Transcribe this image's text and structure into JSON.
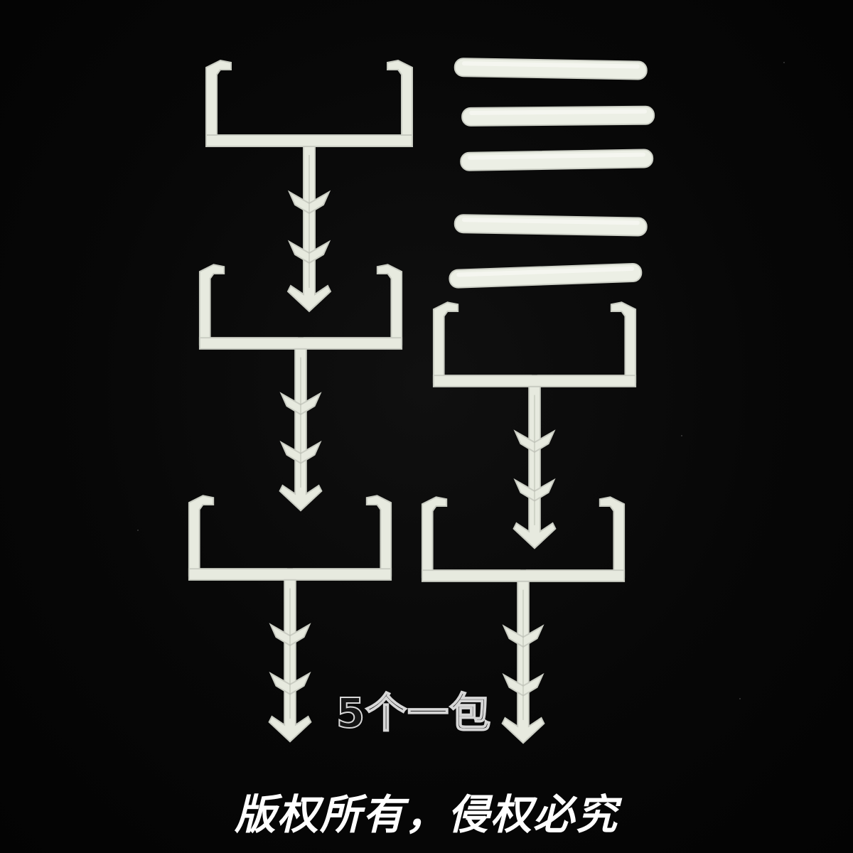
{
  "overlay": {
    "package_text": "5个一包",
    "copyright_text": "版权所有，侵权必究"
  },
  "colors": {
    "background": "#050505",
    "plastic": "#e7eadf",
    "plastic_shadow": "#c9ccc2",
    "text": "#ffffff"
  },
  "objects": {
    "hook_stakes_count": 5,
    "tube_sleeves_count": 5
  }
}
